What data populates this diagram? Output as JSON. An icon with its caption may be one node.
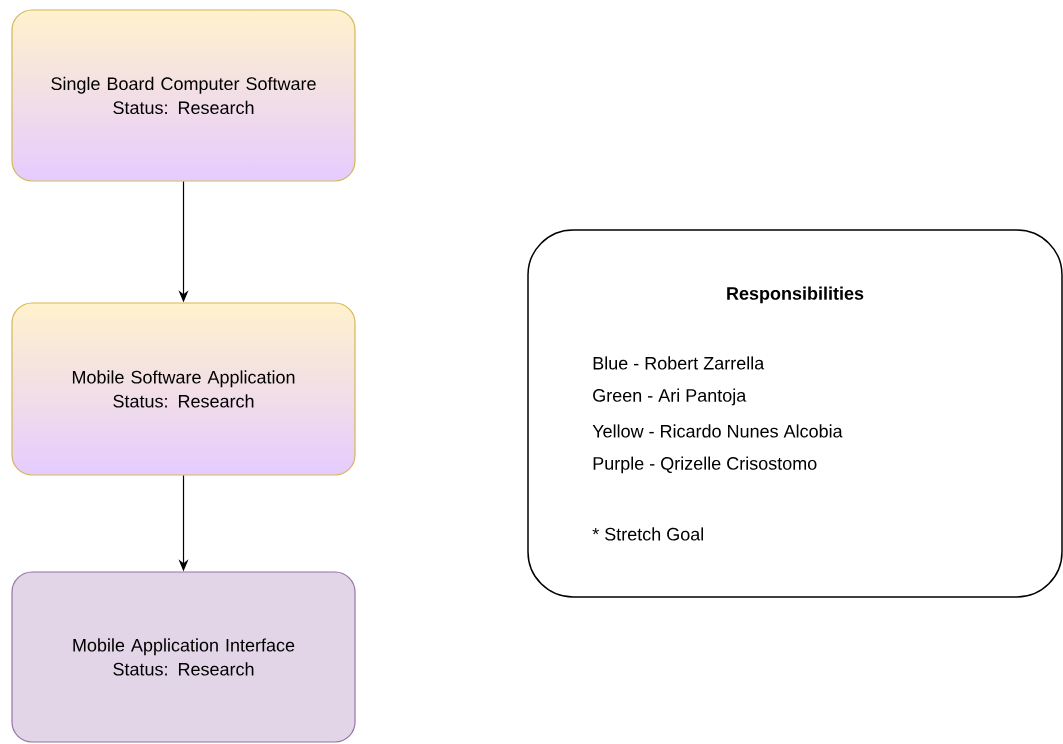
{
  "diagram": {
    "nodes": [
      {
        "text": [
          "Single Board Computer Software",
          "Status: Research"
        ]
      },
      {
        "text": [
          "Mobile Software Application",
          "Status: Research"
        ]
      },
      {
        "text": [
          "Mobile Application Interface",
          "Status: Research"
        ]
      },
      {
        "text": [
          "Responsibilities",
          "Blue - Robert Zarrella",
          "Green - Ari Pantoja",
          "Yellow - Ricardo Nunes Alcobia",
          "Purple - Qrizelle Crisostomo",
          "* Stretch Goal"
        ]
      }
    ],
    "edges": [
      {
        "from": 0,
        "to": 1,
        "arrow": "to"
      },
      {
        "from": 1,
        "to": 2,
        "arrow": "to"
      }
    ]
  }
}
